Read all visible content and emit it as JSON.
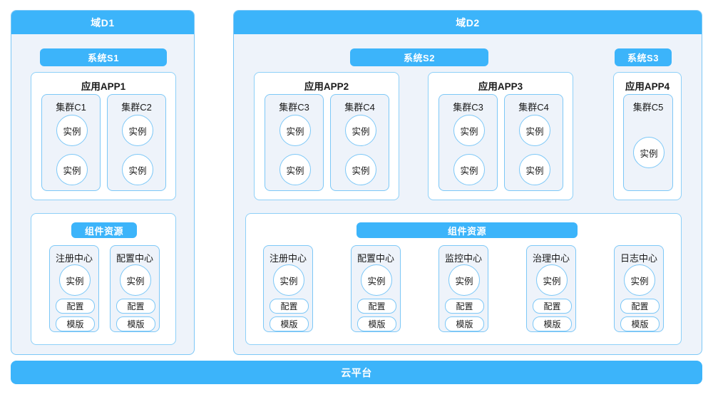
{
  "diagram": {
    "colors": {
      "accent_blue": "#3cb4fa",
      "border_blue": "#7dc8f7",
      "panel_tint": "#eef3fa",
      "white": "#ffffff"
    },
    "platform_bar": {
      "label": "云平台"
    },
    "domains": [
      {
        "id": "D1",
        "title": "域D1",
        "systems": [
          {
            "id": "S1",
            "label": "系统S1",
            "apps": [
              {
                "id": "APP1",
                "title": "应用APP1",
                "clusters": [
                  {
                    "id": "C1",
                    "title": "集群C1",
                    "instances": [
                      "实例",
                      "实例"
                    ]
                  },
                  {
                    "id": "C2",
                    "title": "集群C2",
                    "instances": [
                      "实例",
                      "实例"
                    ]
                  }
                ]
              }
            ]
          }
        ],
        "component_resources": {
          "label": "组件资源",
          "components": [
            {
              "title": "注册中心",
              "instance": "实例",
              "tags": [
                "配置",
                "模版"
              ]
            },
            {
              "title": "配置中心",
              "instance": "实例",
              "tags": [
                "配置",
                "模版"
              ]
            }
          ]
        }
      },
      {
        "id": "D2",
        "title": "域D2",
        "systems": [
          {
            "id": "S2",
            "label": "系统S2",
            "apps": [
              {
                "id": "APP2",
                "title": "应用APP2",
                "clusters": [
                  {
                    "id": "C3",
                    "title": "集群C3",
                    "instances": [
                      "实例",
                      "实例"
                    ]
                  },
                  {
                    "id": "C4",
                    "title": "集群C4",
                    "instances": [
                      "实例",
                      "实例"
                    ]
                  }
                ]
              },
              {
                "id": "APP3",
                "title": "应用APP3",
                "clusters": [
                  {
                    "id": "C3",
                    "title": "集群C3",
                    "instances": [
                      "实例",
                      "实例"
                    ]
                  },
                  {
                    "id": "C4",
                    "title": "集群C4",
                    "instances": [
                      "实例",
                      "实例"
                    ]
                  }
                ]
              }
            ]
          },
          {
            "id": "S3",
            "label": "系统S3",
            "apps": [
              {
                "id": "APP4",
                "title": "应用APP4",
                "clusters": [
                  {
                    "id": "C5",
                    "title": "集群C5",
                    "instances": [
                      "实例"
                    ]
                  }
                ]
              }
            ]
          }
        ],
        "component_resources": {
          "label": "组件资源",
          "components": [
            {
              "title": "注册中心",
              "instance": "实例",
              "tags": [
                "配置",
                "模版"
              ]
            },
            {
              "title": "配置中心",
              "instance": "实例",
              "tags": [
                "配置",
                "模版"
              ]
            },
            {
              "title": "监控中心",
              "instance": "实例",
              "tags": [
                "配置",
                "模版"
              ]
            },
            {
              "title": "治理中心",
              "instance": "实例",
              "tags": [
                "配置",
                "模版"
              ]
            },
            {
              "title": "日志中心",
              "instance": "实例",
              "tags": [
                "配置",
                "模版"
              ]
            }
          ]
        }
      }
    ]
  }
}
